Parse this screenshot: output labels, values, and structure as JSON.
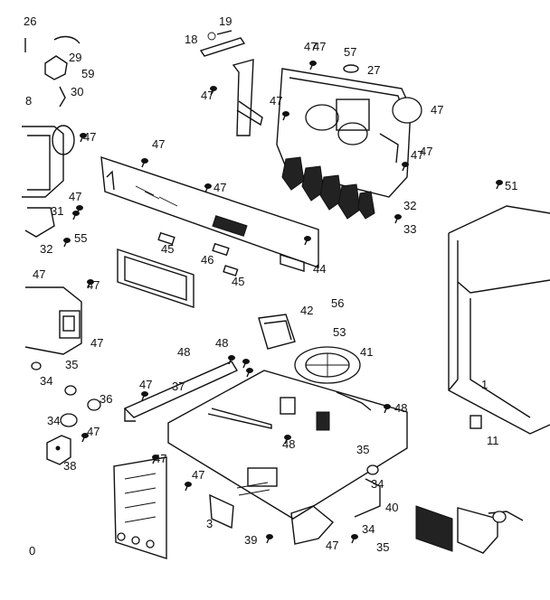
{
  "diagram": {
    "labels": [
      "26",
      "19",
      "18",
      "47",
      "57",
      "29",
      "59",
      "27",
      "30",
      "8",
      "47",
      "47",
      "47",
      "47",
      "47",
      "47",
      "47",
      "47",
      "31",
      "32",
      "55",
      "32",
      "33",
      "51",
      "45",
      "46",
      "45",
      "44",
      "47",
      "47",
      "42",
      "56",
      "53",
      "41",
      "48",
      "48",
      "35",
      "47",
      "37",
      "34",
      "36",
      "34",
      "47",
      "47",
      "48",
      "48",
      "38",
      "47",
      "47",
      "35",
      "34",
      "40",
      "34",
      "35",
      "39",
      "47",
      "11",
      "3",
      "0",
      "47",
      "47",
      "1"
    ]
  }
}
